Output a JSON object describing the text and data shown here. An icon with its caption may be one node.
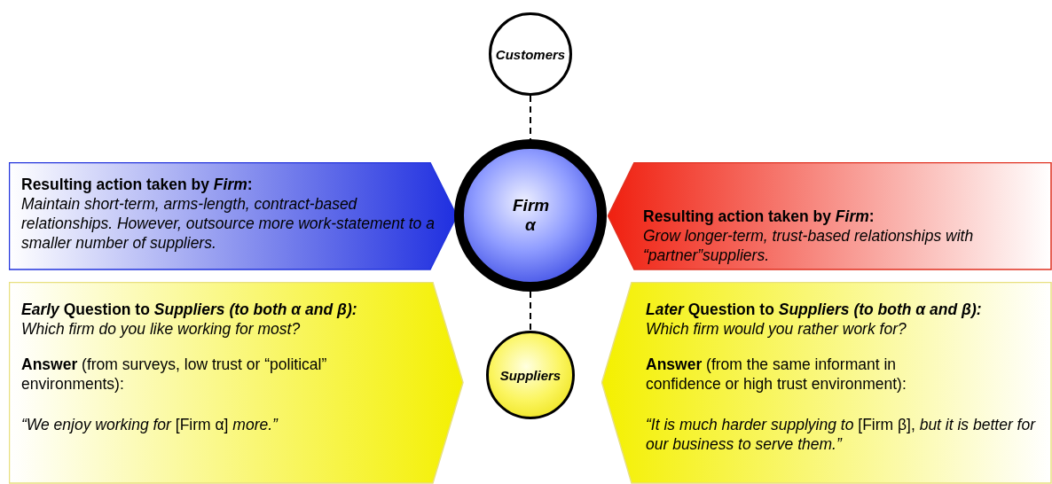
{
  "diagram": {
    "nodes": [
      {
        "text": [
          "Customers"
        ]
      },
      {
        "text": [
          "Resulting action taken by *Firm*:",
          "Maintain short-term, arms-length, contract-based relationships.  However, outsource more work-statement to a smaller number of suppliers."
        ]
      },
      {
        "text": [
          "Firm α"
        ]
      },
      {
        "text": [
          "Resulting action taken by *Firm*:",
          "Grow longer-term, trust-based relationships with “partner”suppliers."
        ]
      },
      {
        "text": [
          "*Early* Question to *Suppliers* *(to both α and β):*",
          "Which firm do you like working for most?",
          "**Answer** (from surveys, low trust or “political” environments):",
          "*“We enjoy working for* [Firm α] *more.”*"
        ]
      },
      {
        "text": [
          "Suppliers"
        ]
      },
      {
        "text": [
          "*Later* Question to *Suppliers* *(to both α and β):*",
          "Which firm would you rather work for?",
          "**Answer** (from the same informant in confidence or high trust environment):",
          "*“It is much harder supplying to* [Firm β], *but it is better for our business to serve them.”*"
        ]
      }
    ],
    "edges": [
      {
        "from": 0,
        "to": 2,
        "arrow": "none",
        "style": "dashed"
      },
      {
        "from": 2,
        "to": 5,
        "arrow": "none",
        "style": "dashed"
      }
    ]
  }
}
